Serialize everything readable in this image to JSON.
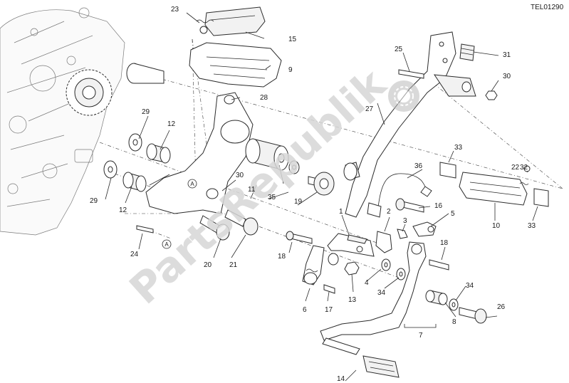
{
  "drawing_code": "TEL01290",
  "watermark": "PartsRepublik",
  "ref_letter": "A",
  "labels": [
    "1",
    "2",
    "3",
    "4",
    "5",
    "6",
    "7",
    "8",
    "9",
    "10",
    "11",
    "12",
    "12",
    "13",
    "14",
    "15",
    "16",
    "17",
    "18",
    "18",
    "19",
    "20",
    "21",
    "22",
    "23",
    "24",
    "25",
    "26",
    "27",
    "28",
    "29",
    "29",
    "30",
    "30",
    "31",
    "32",
    "33",
    "33",
    "34",
    "34",
    "35",
    "36"
  ]
}
